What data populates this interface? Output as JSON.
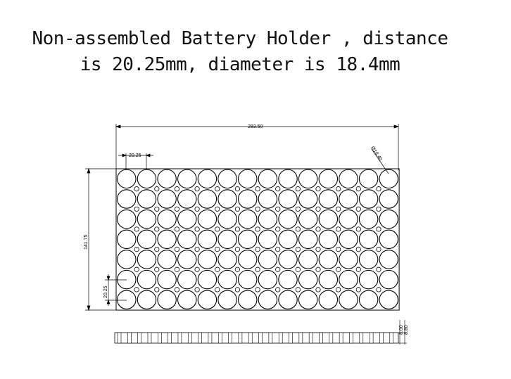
{
  "title": {
    "line1": "Non-assembled Battery Holder , distance",
    "line2": "is 20.25mm, diameter is 18.4mm"
  },
  "drawing": {
    "overall_width": "283.50",
    "pitch_top": "20.25",
    "diameter": "Ø18.40",
    "overall_height": "141.75",
    "pitch_side": "20.25",
    "side_dim_1": "8.00",
    "side_dim_2": "8.80",
    "grid": {
      "columns": 14,
      "rows": 7
    }
  },
  "colors": {
    "line": "#000000",
    "background": "#ffffff"
  }
}
